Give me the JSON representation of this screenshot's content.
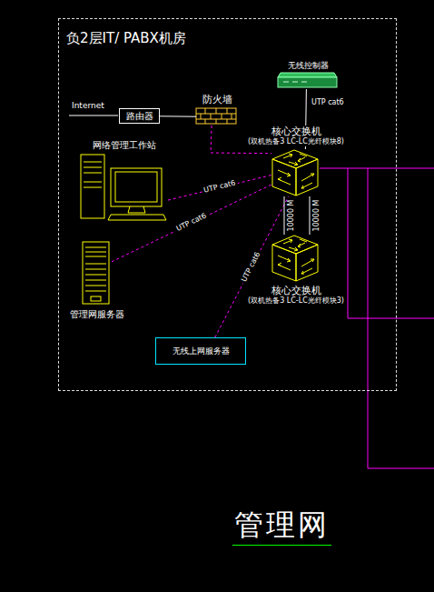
{
  "diagram": {
    "caption": "管理网",
    "nodes": [
      {
        "text": [
          "负2层IT/ PABX机房"
        ]
      },
      {
        "text": [
          "路由器"
        ],
        "in": 0
      },
      {
        "text": [
          "防火墙"
        ],
        "in": 0
      },
      {
        "text": [
          "无线控制器"
        ],
        "in": 0
      },
      {
        "text": [
          "核心交换机",
          "(双机热备3 LC-LC光纤模块8)"
        ],
        "in": 0
      },
      {
        "text": [
          "网络管理工作站"
        ],
        "in": 0
      },
      {
        "text": [
          "核心交换机",
          "(双机热备3 LC-LC光纤模块3)"
        ],
        "in": 0
      },
      {
        "text": [
          "管理网服务器"
        ],
        "in": 0
      },
      {
        "text": [
          "无线上网服务器"
        ],
        "in": 0
      }
    ],
    "edges": [
      {
        "from": 1,
        "to": 2,
        "arrow": "none"
      },
      {
        "from": 2,
        "to": 4,
        "arrow": "none"
      },
      {
        "from": 3,
        "to": 4,
        "label": "UTP cat6",
        "arrow": "none"
      },
      {
        "from": 5,
        "to": 4,
        "label": "UTP cat6",
        "arrow": "none"
      },
      {
        "from": 7,
        "to": 4,
        "label": "UTP cat6",
        "arrow": "none"
      },
      {
        "from": 8,
        "to": 4,
        "label": "UTP cat6",
        "arrow": "none"
      },
      {
        "from": 4,
        "to": 6,
        "label": "10000 M",
        "arrow": "none"
      },
      {
        "from": 4,
        "to": 6,
        "label": "10000 M",
        "arrow": "none"
      }
    ],
    "labels": [
      "Internet"
    ]
  }
}
